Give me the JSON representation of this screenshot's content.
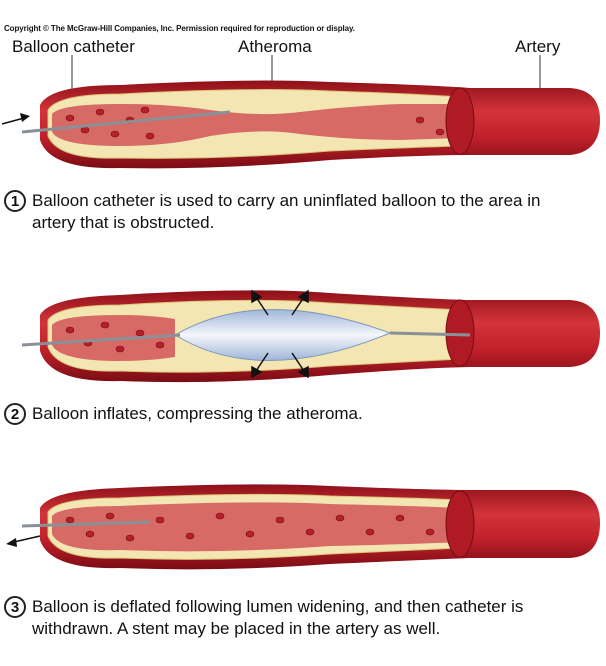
{
  "copyright": "Copyright © The McGraw-Hill Companies, Inc. Permission required for reproduction or display.",
  "labels": {
    "balloon_catheter": "Balloon catheter",
    "atheroma": "Atheroma",
    "artery": "Artery"
  },
  "steps": [
    {
      "number": "1",
      "text": "Balloon catheter is used to carry an uninflated balloon to the area in artery that is obstructed."
    },
    {
      "number": "2",
      "text": "Balloon inflates, compressing the atheroma."
    },
    {
      "number": "3",
      "text": "Balloon is deflated following lumen widening, and then catheter is withdrawn. A stent may be placed in the artery as well."
    }
  ],
  "colors": {
    "artery_wall": "#c0202a",
    "artery_dark": "#8e1018",
    "lumen": "#d86a66",
    "plaque": "#f3e6b2",
    "plaque_edge": "#d9c27a",
    "balloon": "#c9d8ee",
    "catheter": "#8a9098"
  },
  "icons": [
    "arrow-in-icon",
    "arrow-out-icon",
    "expansion-arrows-icon"
  ]
}
